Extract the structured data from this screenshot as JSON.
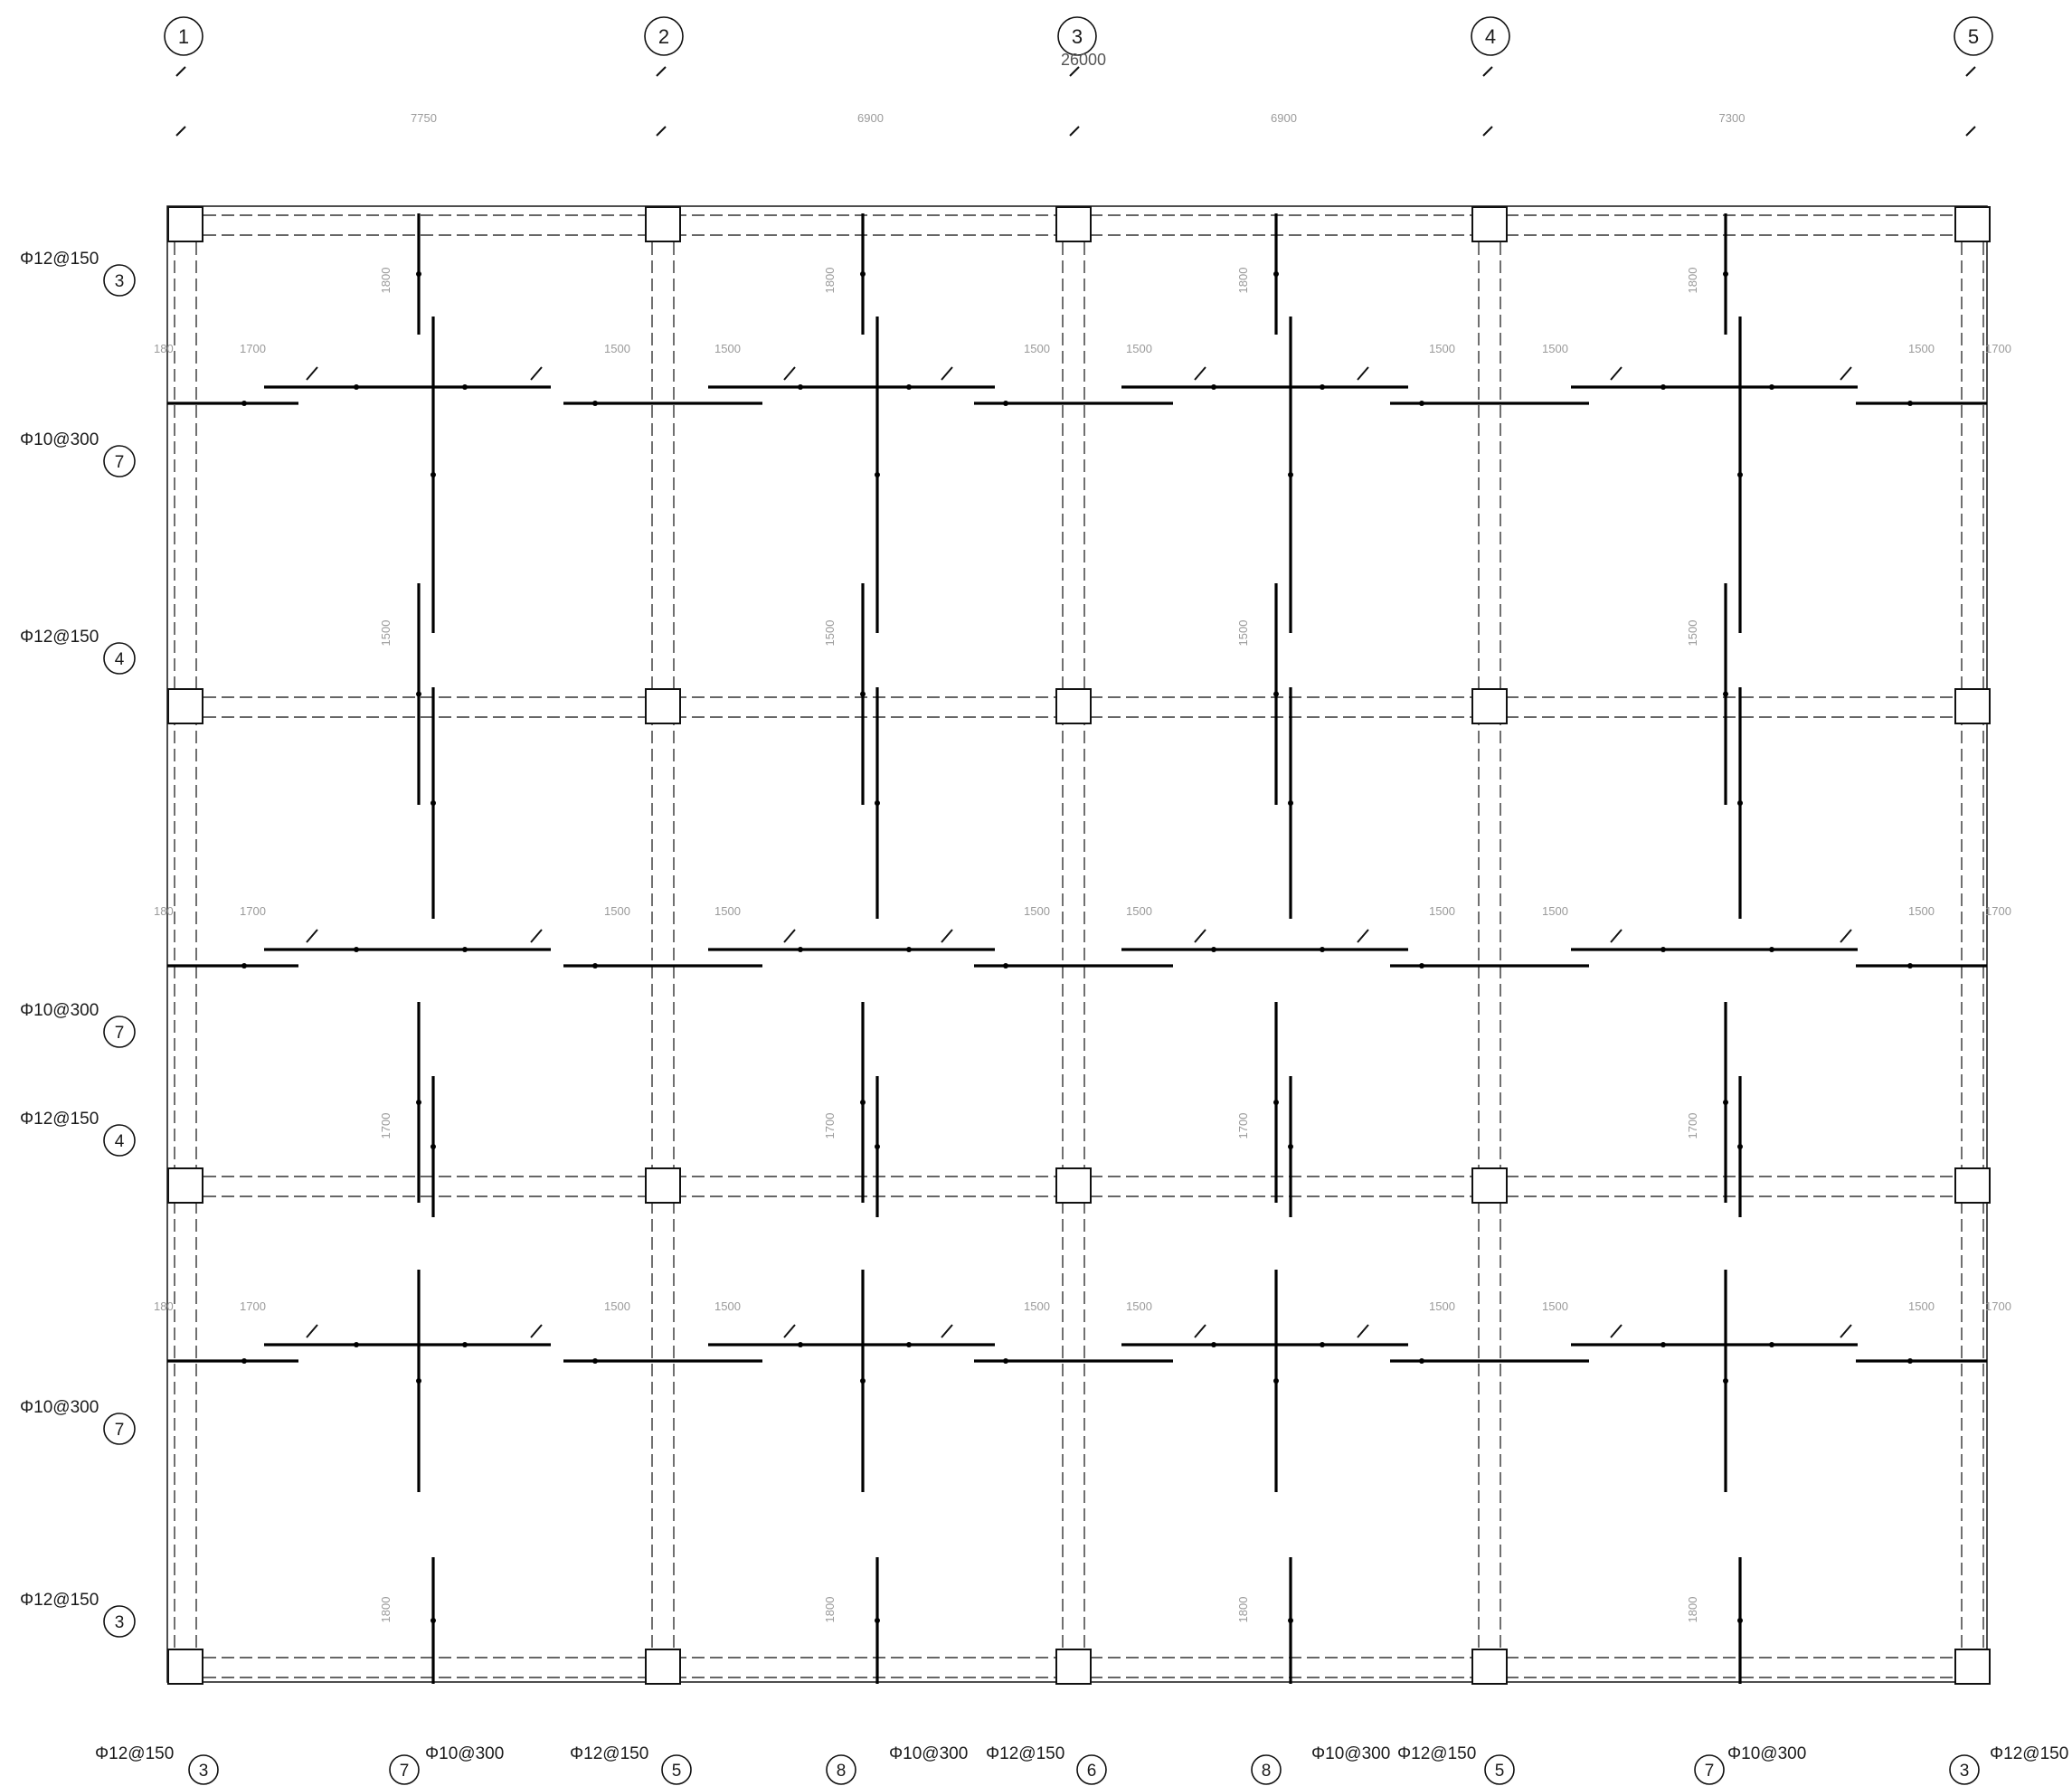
{
  "drawing": {
    "axes": [
      {
        "label": "1"
      },
      {
        "label": "2"
      },
      {
        "label": "3"
      },
      {
        "label": "4"
      },
      {
        "label": "5"
      }
    ],
    "top_total_dim": "26000",
    "top_span_dims": [
      "7750",
      "6900",
      "6900",
      "7300"
    ],
    "left_labels": [
      {
        "text": "Φ12@150",
        "mark": "3"
      },
      {
        "text": "Φ10@300",
        "mark": "7"
      },
      {
        "text": "Φ12@150",
        "mark": "4"
      },
      {
        "text": "Φ10@300",
        "mark": "7"
      },
      {
        "text": "Φ12@150",
        "mark": "4"
      },
      {
        "text": "Φ10@300",
        "mark": "7"
      },
      {
        "text": "Φ12@150",
        "mark": "3"
      }
    ],
    "bottom_labels": [
      {
        "text": "Φ12@150",
        "mark": "3"
      },
      {
        "text": "Φ10@300",
        "mark": "7"
      },
      {
        "text": "Φ12@150",
        "mark": "5"
      },
      {
        "text": "Φ10@300",
        "mark": "8"
      },
      {
        "text": "Φ12@150",
        "mark": "6"
      },
      {
        "text": "Φ10@300",
        "mark": "8"
      },
      {
        "text": "Φ12@150",
        "mark": "5"
      },
      {
        "text": "Φ10@300",
        "mark": "7"
      },
      {
        "text": "Φ12@150",
        "mark": "3"
      }
    ],
    "rebar_dim_labels": {
      "horizontal": [
        "180",
        "1700",
        "1500",
        "1500",
        "1500",
        "1500",
        "1500",
        "1500",
        "1500",
        "1700",
        "180"
      ],
      "vertical": [
        "1800",
        "1500",
        "1700"
      ]
    }
  }
}
